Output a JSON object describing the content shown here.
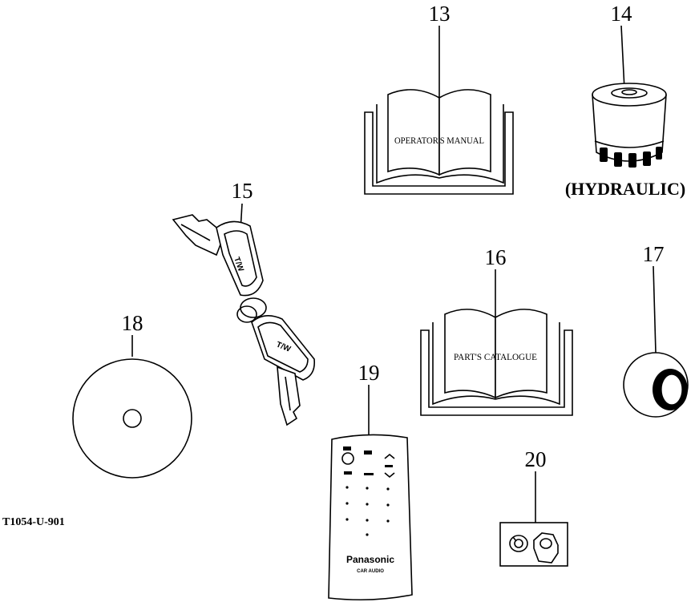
{
  "figure_code": "T1054-U-901",
  "parts": [
    {
      "number": "13",
      "item": "book-operators-manual",
      "label": "OPERATOR'S MANUAL"
    },
    {
      "number": "14",
      "item": "hydraulic-filter",
      "label": "(HYDRAULIC)"
    },
    {
      "number": "15",
      "item": "key-set",
      "key_tag": "T/W"
    },
    {
      "number": "16",
      "item": "book-parts-catalogue",
      "label": "PART'S CATALOGUE"
    },
    {
      "number": "17",
      "item": "knob-ball"
    },
    {
      "number": "18",
      "item": "cd-disc"
    },
    {
      "number": "19",
      "item": "remote-control",
      "brand": "Panasonic",
      "subtitle": "CAR AUDIO"
    },
    {
      "number": "20",
      "item": "nut-and-washer"
    }
  ]
}
